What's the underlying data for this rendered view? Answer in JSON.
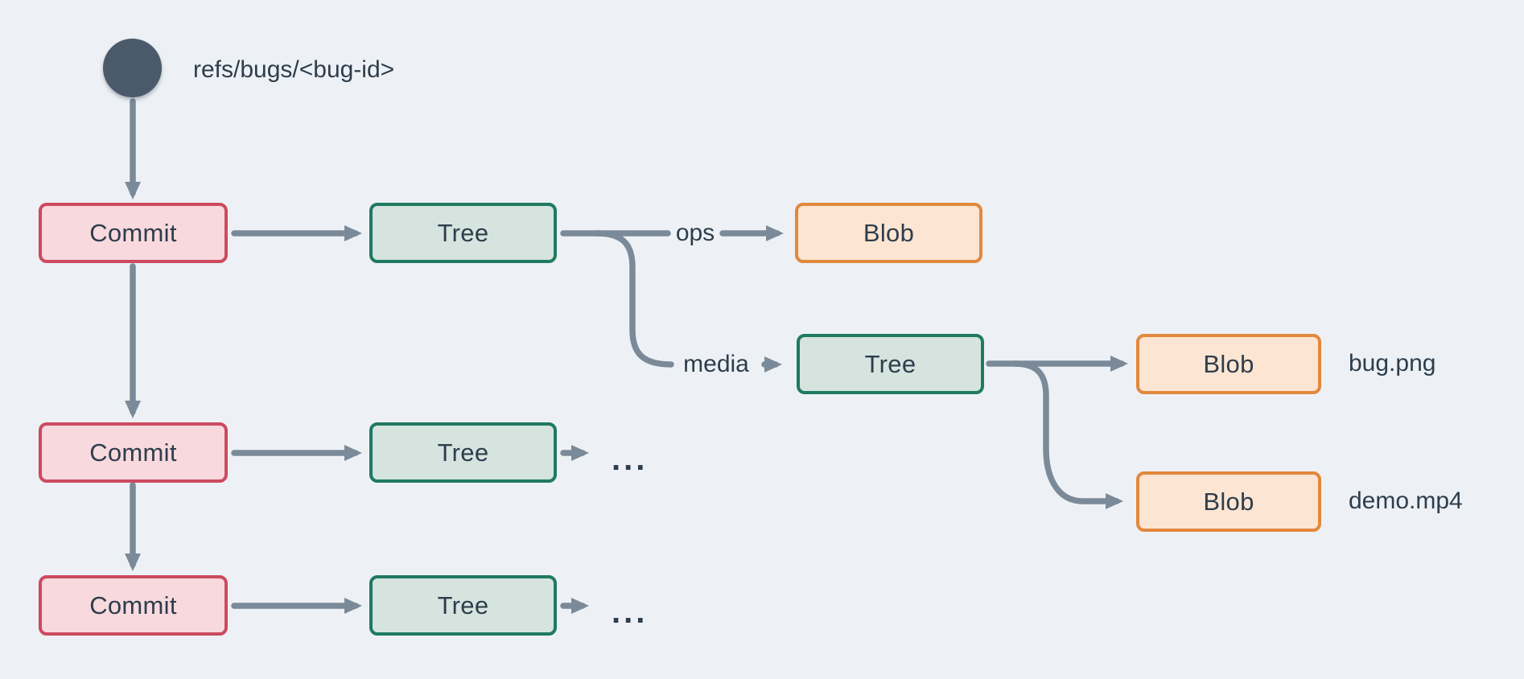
{
  "diagram": {
    "ref_label": "refs/bugs/<bug-id>",
    "ellipsis": "...",
    "edge_labels": {
      "ops": "ops",
      "media": "media"
    },
    "file_labels": {
      "bug": "bug.png",
      "demo": "demo.mp4"
    },
    "nodes": {
      "commit1": {
        "label": "Commit",
        "type": "commit"
      },
      "commit2": {
        "label": "Commit",
        "type": "commit"
      },
      "commit3": {
        "label": "Commit",
        "type": "commit"
      },
      "tree1": {
        "label": "Tree",
        "type": "tree"
      },
      "tree2": {
        "label": "Tree",
        "type": "tree"
      },
      "tree3": {
        "label": "Tree",
        "type": "tree"
      },
      "blob_ops": {
        "label": "Blob",
        "type": "blob"
      },
      "tree_media": {
        "label": "Tree",
        "type": "tree"
      },
      "blob_bug": {
        "label": "Blob",
        "type": "blob"
      },
      "blob_demo": {
        "label": "Blob",
        "type": "blob"
      }
    }
  },
  "colors": {
    "background": "#edf1f5",
    "text": "#2e3d4c",
    "connector": "#7b8a99",
    "ref_circle": "#4a5a6b",
    "commit_fill": "#f8d9dd",
    "commit_border": "#cc4a5f",
    "tree_fill": "#d5e4de",
    "tree_border": "#1f7a62",
    "blob_fill": "#fce5d2",
    "blob_border": "#e2883c"
  }
}
